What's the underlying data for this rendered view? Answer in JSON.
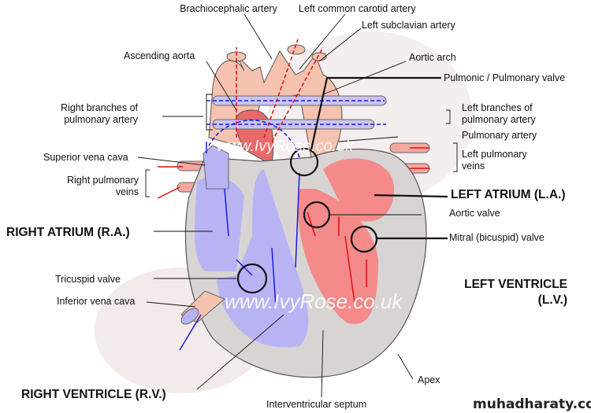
{
  "labels": {
    "brachiocephalic_artery": "Brachiocephalic artery",
    "left_common_carotid_artery": "Left common carotid artery",
    "left_subclavian_artery": "Left subclavian artery",
    "ascending_aorta": "Ascending aorta",
    "aortic_arch": "Aortic arch",
    "pulmonic_valve": "Pulmonic / Pulmonary valve",
    "right_branches_line1": "Right branches of",
    "right_branches_line2": "pulmonary artery",
    "left_branches_line1": "Left branches of",
    "left_branches_line2": "pulmonary artery",
    "pulmonary_artery": "Pulmonary artery",
    "superior_vena_cava": "Superior vena cava",
    "left_pulmonary_veins_line1": "Left pulmonary",
    "left_pulmonary_veins_line2": "veins",
    "right_pulmonary_veins_line1": "Right pulmonary",
    "right_pulmonary_veins_line2": "veins",
    "left_atrium": "LEFT ATRIUM (L.A.)",
    "aortic_valve": "Aortic valve",
    "right_atrium": "RIGHT ATRIUM (R.A.)",
    "mitral_valve": "Mitral (bicuspid) valve",
    "left_ventricle_line1": "LEFT VENTRICLE",
    "left_ventricle_line2": "(L.V.)",
    "tricuspid_valve": "Tricuspid valve",
    "inferior_vena_cava": "Inferior vena cava",
    "apex": "Apex",
    "right_ventricle": "RIGHT VENTRICLE (R.V.)",
    "interventricular_septum": "Interventricular septum"
  },
  "watermarks": {
    "ivyrose_upper": "www.IvyRose.co.uk",
    "ivyrose_lower": "www.IvyRose.co.uk",
    "site": "muhadharaty.com"
  },
  "colors": {
    "oxygenated": "#e01010",
    "deoxygenated": "#1a1ae0",
    "left_heart": "#f48a8a",
    "right_heart": "#b8b4f4",
    "vessels": "#f6c2b0"
  }
}
